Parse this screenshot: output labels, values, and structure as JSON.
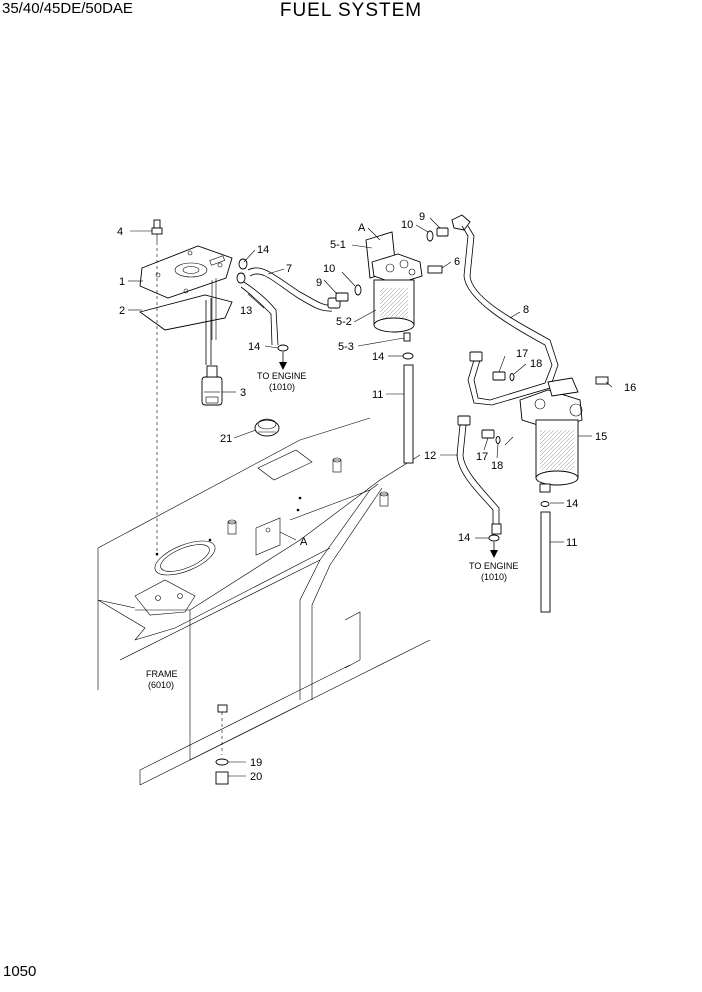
{
  "header": {
    "model": "35/40/45DE/50DAE",
    "title": "FUEL SYSTEM"
  },
  "footer": {
    "page_number": "1050"
  },
  "callouts": {
    "c1": "1",
    "c2": "2",
    "c3": "3",
    "c4": "4",
    "c5_1": "5-1",
    "c5_2": "5-2",
    "c5_3": "5-3",
    "c6": "6",
    "c7": "7",
    "c8": "8",
    "c9a": "9",
    "c9b": "9",
    "c10a": "10",
    "c10b": "10",
    "c11a": "11",
    "c11b": "11",
    "c12": "12",
    "c13": "13",
    "c14a": "14",
    "c14b": "14",
    "c14c": "14",
    "c14d": "14",
    "c14e": "14",
    "c15": "15",
    "c16": "16",
    "c17a": "17",
    "c17b": "17",
    "c18a": "18",
    "c18b": "18",
    "c19": "19",
    "c20": "20",
    "c21": "21",
    "refA1": "A",
    "refA2": "A"
  },
  "notes": {
    "to_engine_1_line1": "TO ENGINE",
    "to_engine_1_line2": "(1010)",
    "to_engine_2_line1": "TO ENGINE",
    "to_engine_2_line2": "(1010)",
    "frame_line1": "FRAME",
    "frame_line2": "(6010)"
  }
}
